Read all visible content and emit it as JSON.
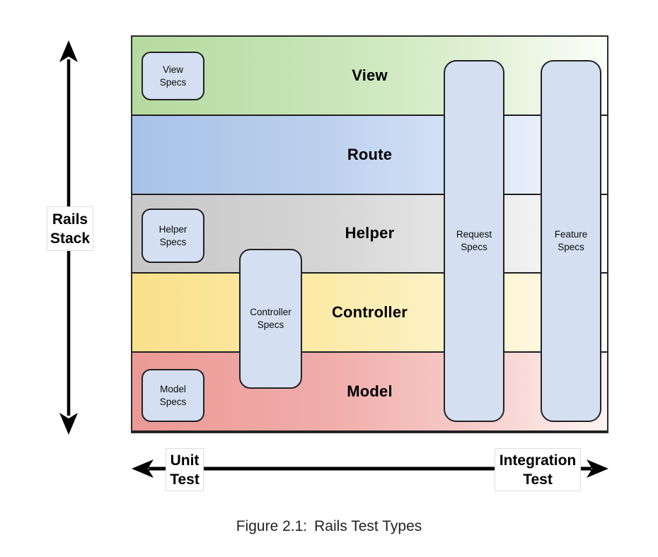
{
  "figure": {
    "caption_label": "Figure 2.1:",
    "caption_text": "Rails Test Types"
  },
  "axes": {
    "vertical": {
      "label_lines": [
        "Rails",
        "Stack"
      ]
    },
    "horizontal": {
      "left_label_lines": [
        "Unit",
        "Test"
      ],
      "right_label_lines": [
        "Integration",
        "Test"
      ]
    }
  },
  "stack": {
    "bands": [
      {
        "label": "View",
        "color": "#b5da9f"
      },
      {
        "label": "Route",
        "color": "#a8c2e7"
      },
      {
        "label": "Helper",
        "color": "#c7c7c7"
      },
      {
        "label": "Controller",
        "color": "#f9e08a"
      },
      {
        "label": "Model",
        "color": "#eb9a96"
      }
    ],
    "fade_to_color": "#ffffff"
  },
  "specs": [
    {
      "lines": [
        "View",
        "Specs"
      ]
    },
    {
      "lines": [
        "Helper",
        "Specs"
      ]
    },
    {
      "lines": [
        "Controller",
        "Specs"
      ]
    },
    {
      "lines": [
        "Model",
        "Specs"
      ]
    },
    {
      "lines": [
        "Request",
        "Specs"
      ]
    },
    {
      "lines": [
        "Feature",
        "Specs"
      ]
    }
  ],
  "colors": {
    "pill_fill": "#d4e0f2",
    "pill_border": "#222222",
    "box_border": "#2b2b2b",
    "arrow": "#000000"
  }
}
